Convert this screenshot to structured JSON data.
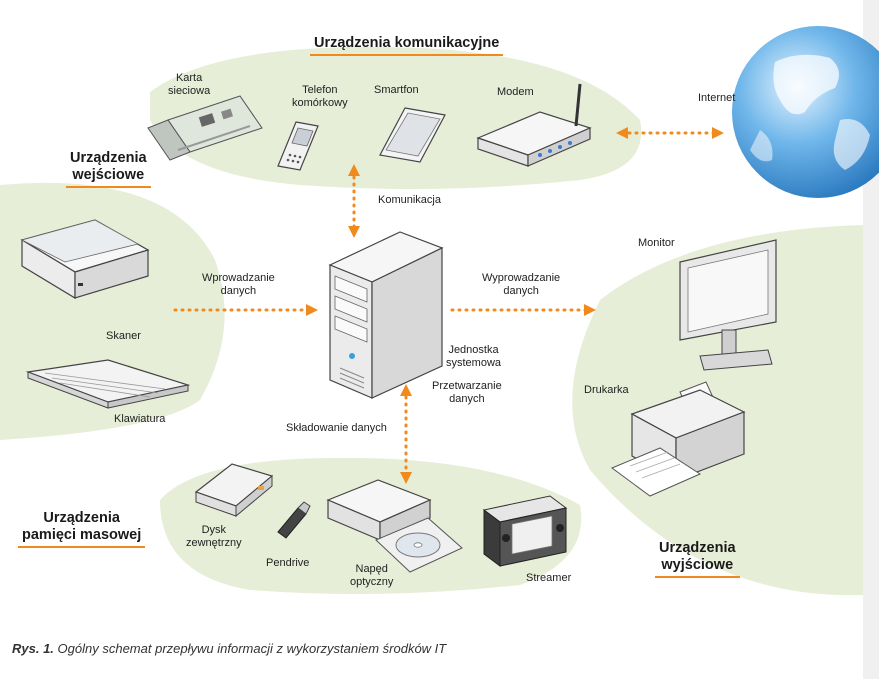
{
  "groups": {
    "communication": "Urządzenia komunikacyjne",
    "input_line1": "Urządzenia",
    "input_line2": "wejściowe",
    "storage_line1": "Urządzenia",
    "storage_line2": "pamięci masowej",
    "output_line1": "Urządzenia",
    "output_line2": "wyjściowe"
  },
  "devices": {
    "network_card": [
      "Karta",
      "sieciowa"
    ],
    "phone": [
      "Telefon",
      "komórkowy"
    ],
    "smartphone": "Smartfon",
    "modem": "Modem",
    "internet": "Internet",
    "scanner": "Skaner",
    "keyboard": "Klawiatura",
    "system_unit": [
      "Jednostka",
      "systemowa"
    ],
    "monitor": "Monitor",
    "printer": "Drukarka",
    "external_disk": [
      "Dysk",
      "zewnętrzny"
    ],
    "pendrive": "Pendrive",
    "optical_drive": [
      "Napęd",
      "optyczny"
    ],
    "streamer": "Streamer"
  },
  "flows": {
    "communication": "Komunikacja",
    "input": [
      "Wprowadzanie",
      "danych"
    ],
    "output": [
      "Wyprowadzanie",
      "danych"
    ],
    "processing": [
      "Przetwarzanie",
      "danych"
    ],
    "storage": "Składowanie danych"
  },
  "caption": {
    "prefix": "Rys. 1.",
    "text": "Ogólny schemat przepływu informacji z wykorzystaniem środków IT"
  },
  "colors": {
    "accent": "#f08a1c",
    "region": "#e6eed7",
    "globe": "#2f8fd6"
  }
}
